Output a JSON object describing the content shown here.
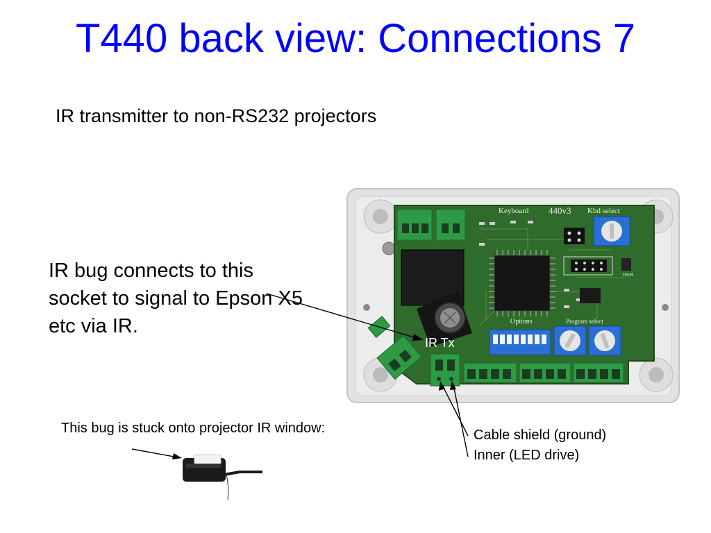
{
  "slide": {
    "title": "T440 back view: Connections 7",
    "subtitle": "IR transmitter to non-RS232 projectors",
    "callout_main": "IR bug connects to this socket to signal to Epson X5 etc via IR.",
    "bug_note": "This bug is stuck onto projector IR window:",
    "ir_tx_label": "IR Tx",
    "cable_shield_label": "Cable shield (ground)",
    "inner_label": "Inner (LED drive)"
  },
  "pcb_markings": {
    "keyboard": "Keyboard",
    "model": "440v3",
    "kbd_select": "Kbd select",
    "options": "Options",
    "program_select": "Program select",
    "reset": "reset"
  },
  "colors": {
    "title": "#0000ff",
    "pcb": "#2f6b2a",
    "terminal": "#2e9a45",
    "enclosure": "#e4e4e4",
    "dip_switch": "#2a6fd6"
  }
}
